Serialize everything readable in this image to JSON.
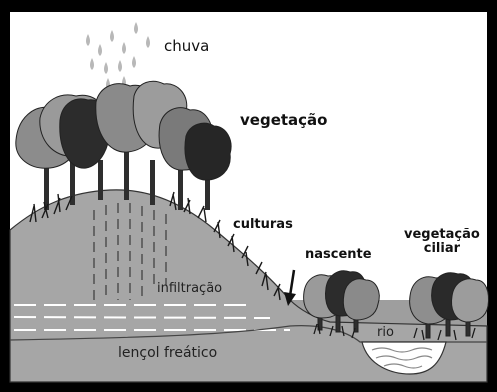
{
  "labels": {
    "chuva": "chuva",
    "vegetacao": "vegetação",
    "culturas": "culturas",
    "nascente": "nascente",
    "vegetacao_ciliar_line1": "vegetação",
    "vegetacao_ciliar_line2": "ciliar",
    "infiltracao": "infiltração",
    "rio": "rio",
    "lencol_freatico": "lençol freático"
  },
  "colors": {
    "frame": "#000000",
    "sky": "#ffffff",
    "hill": "#a8a8a8",
    "ground_layer": "#9a9a9a",
    "water_table": "#8f8f8f",
    "river": "#ffffff",
    "tree_light": "#8c8c8c",
    "tree_mid": "#6e6e6e",
    "tree_dark": "#2a2a2a",
    "rain": "#b5b5b5"
  }
}
